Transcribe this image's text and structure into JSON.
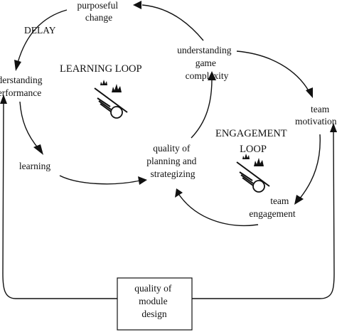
{
  "diagram": {
    "nodes": {
      "purposeful_change": [
        "purposeful",
        "change"
      ],
      "understanding_performance": [
        "understanding",
        "performance"
      ],
      "learning": [
        "learning"
      ],
      "understanding_game_complexity": [
        "understanding",
        "game",
        "complexity"
      ],
      "quality_planning": [
        "quality of",
        "planning and",
        "strategizing"
      ],
      "team_motivation": [
        "team",
        "motivation"
      ],
      "team_engagement": [
        "team",
        "engagement"
      ],
      "quality_module_design": [
        "quality of",
        "module",
        "design"
      ]
    },
    "labels": {
      "delay": "DELAY",
      "learning_loop": "LEARNING LOOP",
      "engagement_loop": [
        "ENGAGEMENT",
        "LOOP"
      ]
    },
    "icons": {
      "loop_symbol": "snowball-rolling-downhill-icon"
    },
    "colors": {
      "ink": "#111111",
      "background": "#ffffff"
    }
  }
}
